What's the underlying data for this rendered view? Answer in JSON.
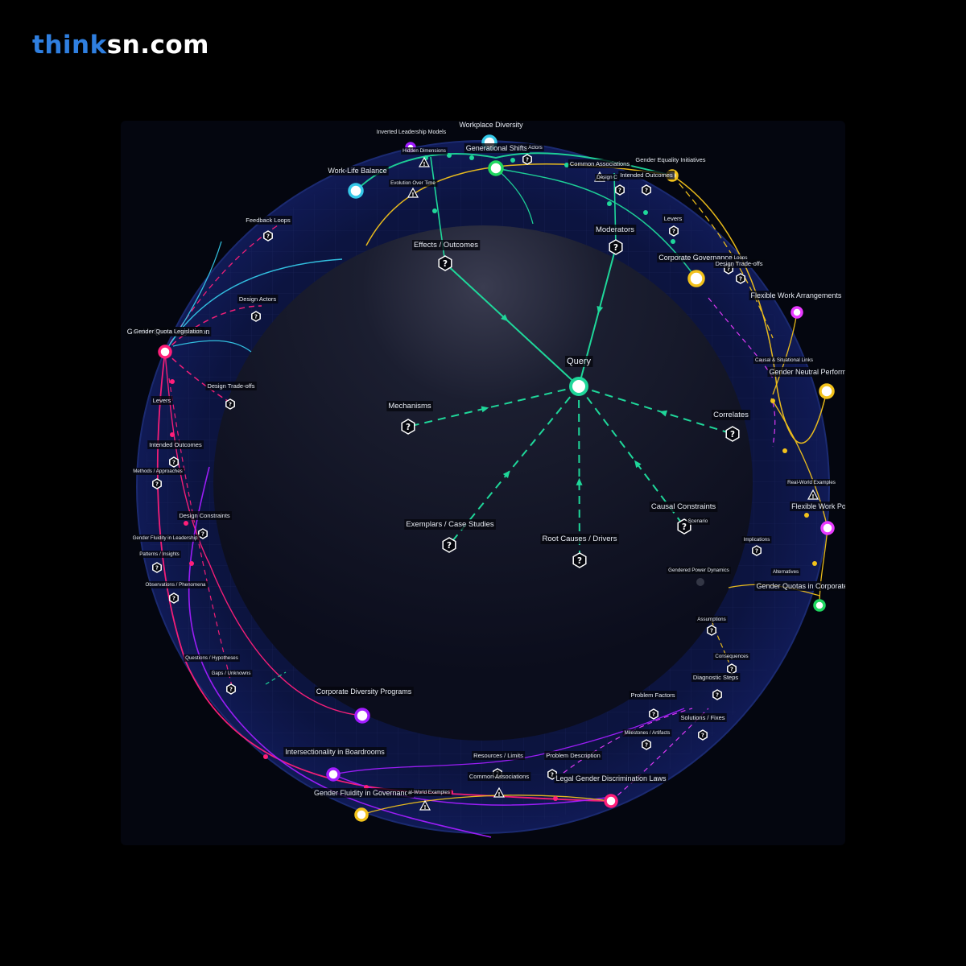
{
  "brand": {
    "part1": "think",
    "part2": "sn.com"
  },
  "colors": {
    "teal": "#1fd79a",
    "cyan": "#35c8e8",
    "yellow": "#f2c21b",
    "magenta": "#ff1f7a",
    "purple": "#a21dff",
    "pink": "#e83aff",
    "green": "#1fd760",
    "white": "#ffffff"
  },
  "graph": {
    "center": {
      "label": "Query",
      "icon": "hub-node"
    },
    "inner_nodes": [
      {
        "label": "Mechanisms",
        "icon": "question-hex-icon"
      },
      {
        "label": "Correlates",
        "icon": "question-hex-icon"
      },
      {
        "label": "Exemplars / Case Studies",
        "icon": "question-hex-icon"
      },
      {
        "label": "Root Causes / Drivers",
        "icon": "question-hex-icon"
      },
      {
        "label": "Causal Constraints",
        "icon": "question-hex-icon"
      },
      {
        "label": "Effects / Outcomes",
        "icon": "question-hex-icon"
      },
      {
        "label": "Moderators",
        "icon": "question-hex-icon"
      }
    ],
    "topic_nodes": [
      {
        "label": "Workplace Diversity",
        "color": "cyan"
      },
      {
        "label": "Generational Shifts",
        "color": "green"
      },
      {
        "label": "Work-Life Balance",
        "color": "cyan"
      },
      {
        "label": "Gender Equality Initiatives",
        "color": "yellow"
      },
      {
        "label": "Corporate Governance",
        "color": "yellow"
      },
      {
        "label": "Flexible Work Arrangements",
        "color": "pink"
      },
      {
        "label": "Gender Neutral Performa",
        "color": "yellow"
      },
      {
        "label": "Flexible Work Pol",
        "color": "pink"
      },
      {
        "label": "Gender Quotas in Corporate L",
        "color": "green"
      },
      {
        "label": "Gender Quota Legislation",
        "color": "magenta"
      },
      {
        "label": "Corporate Diversity Programs",
        "color": "purple"
      },
      {
        "label": "Intersectionality in Boardrooms",
        "color": "purple"
      },
      {
        "label": "Gender Fluidity in Governance",
        "color": "yellow"
      },
      {
        "label": "Legal Gender Discrimination Laws",
        "color": "magenta"
      },
      {
        "label": "Inverted Leadership Models",
        "color": "purple"
      }
    ],
    "sub_labels": [
      "Hidden Dimensions",
      "Evolution Over Time",
      "Actors",
      "Common Associations",
      "Design C",
      "Intended Outcomes",
      "Levers",
      "Loops",
      "Design Trade-offs",
      "Causal & Situational Links",
      "Feedback Loops",
      "Design Actors",
      "Gender Quota Legislation",
      "Design Trade-offs",
      "Levers",
      "Intended Outcomes",
      "Methods / Approaches",
      "Design Constraints",
      "Gender Fluidity in Leadership",
      "Patterns / Insights",
      "Observations / Phenomena",
      "Questions / Hypotheses",
      "Gaps / Unknowns",
      "Resources / Limits",
      "Problem Description",
      "Common Associations",
      "al-World Examples",
      "Problem Factors",
      "Milestones / Artifacts",
      "Solutions / Fixes",
      "Diagnostic Steps",
      "Consequences",
      "Assumptions",
      "Gendered Power Dynamics",
      "Alternatives",
      "Implications",
      "Real-World Examples",
      "Scenario"
    ]
  }
}
